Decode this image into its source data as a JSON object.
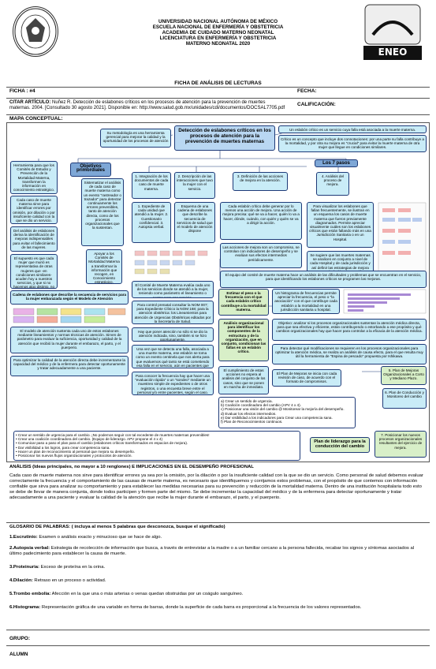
{
  "header": {
    "l1": "UNIVERSIDAD NACIONAL AUTÓNOMA DE MÉXICO",
    "l2": "ESCUELA NACIONAL DE ENFERMERÍA Y OBSTETRICIA",
    "l3": "ACADEMIA DE CUIDADO MATERNO NEONATAL",
    "l4": "LICENCIATURA EN ENFERMERÍA Y OBSTETRICIA",
    "l5": "MATERNO NEONATAL 2020",
    "logo_text": "ENEO"
  },
  "form": {
    "title": "FICHA DE ANÁLISIS DE LECTURAS",
    "ficha": "FICHA : #4",
    "fecha": "FECHA:",
    "calificacion": "CALIFICACIÓN:",
    "citar_label": "CITAR ARTÍCULO: ",
    "citar_text": "Nuñez R. Detección de eslabones críticos en los procesos de atención para la prevención de muertes maternas. 2004. [Consultado 30 agosto 2021]. Disponible en: http://www.salud.gob.mx/unidades/cdi/documentos/DOCSAL7705.pdf",
    "mapa_label": "MAPA CONCEPTUAL:"
  },
  "map": {
    "center_title": "Detección de eslabones críticos en los procesos de atención para la prevención de muertes maternas",
    "metodologia": "Su metodología es una herramienta gerencial para mejorar la calidad y la oportunidad de los procesos de atención",
    "def1": "Un eslabón crítico es un servicio cuya falla está asociada a la muerte materna.",
    "def2": "Crítico es un concepto que incluye dos connotaciones: por una parte su falla contribuye a la mortalidad, y por otra su mejora es \"crucial\" para evitar la muerte materna de otra mujer que llegue en condiciones similares.",
    "objetivos": "Objetivos primordiales",
    "siete_pasos": "Los 7 pasos",
    "herramienta": "Herramienta para que los Comités de Estudio y Prevención de la Mortalidad Materna, transformen la información en conocimiento estratégico.",
    "cada_caso": "Cada caso de muerte materna sirve para identificar errores por omisión, por dilación o por insuficiente calidad con la que se dio un servicio.",
    "del_analisis": "Del análisis de eslabones deriva la identificación de mejoras indispensables para evitar el fallecimiento de las mujeres.",
    "supuesto": "El supuesto es que cada mujer que murió es representativa de otras mujeres que -en condiciones similares- acuden hoy a nuestros servicios, y que si no hacemos algo distinto, no vamos a prevenir otra muerte materna.",
    "sistematizar": "Sistematizar el análisis de cada caso de muerte materna como un evento \"rastreador o trazador\" para detectar continuamente los errores prevenibles, tanto de atención directa, como de los procesos organizacionales que la sustentan.",
    "apoyar": "Apoyar a los Comités de Mortalidad Materna a transformar la información que recogen, en Conocimiento estratégico.",
    "p1": "1. Integración de los documentos de cada caso de muerte materna.",
    "p2": "2. Descripción de las interacciones que tuvo la mujer con el servicio.",
    "p3": "3. Definición de las acciones de mejora en la atención.",
    "p4": "4. Análisis del proceso de mejora.",
    "p1a": "1. Expediente de cada unidad que atendió a la mujer. 2. Cuestionario confidencial. 3. Autopsia verbal.",
    "p2a": "Esquema de una cadena de eslabones que describe la secuencia de servicios de salud que el modelo de atención dispone",
    "p3a": "Cada eslabón crítico debe generar por lo menos una acción de mejora. Una acción de mejora precisa: qué se va a hacer, quién lo va a hacer, dónde, cuándo, con quién y quién se va a dirigir la acción.",
    "p3b": "Las acciones de mejora son un compromiso, se controlan con indicadores de desempeño y se evalúan sus efectos intermedios periódicamente.",
    "p4a": "Para visualizar los eslabones que fallan frecuentemente, se ilustran en un esquema los casos de muerte materna que fueron previamente diagramados. Permite apreciar visualmente cuáles son los eslabones críticos que están fallando más en una Jurisdicción Sanitaria o en un Hospital.",
    "p4b": "Se sugiere que las muertes maternas se analicen en conjunto a nivel de cada Hospital y de cada jurisdicción y así definir las estrategias de mejora para cada ámbito de atención.",
    "comite": "El Comité de Muerte Materna evalúa cada uno de los servicios donde se atendió a la mujer, teniendo como parámetro el lineamiento o norma para ese servicio.",
    "control": "Para control prenatal consultar la NOM 007; para Expediente Clínico la NOM 168; para la atención obstétrica: los Lineamientos para atención de Urgencias Obstétricas editados por la Secretaría de Salud.",
    "hay_que": "Hay que poner atención no sólo si se dio la atención indicada, sino, también si se hizo oportunamente.",
    "una_vez": "Una vez que se detecta una falla, asociada a una muerte materna, ese eslabón se toma como un evento centinela que nos alerta para que evaluemos qué tanto se está cometiendo esa falla en el servicio, aún en pacientes que no mueren.",
    "frecuencia": "Para conocer la frecuencia hay que hacer una \"evaluación rápida\" o un \"sondeo\" mediante un muestreo simple de expedientes o de otros registros, o una encuesta breve entre el personal y/o entre pacientes, según el caso.",
    "cadena_title": "Cadena de eslabones que describe la secuencia de servicios para la mujer embarazada según el Modelo de Atención",
    "modelo_identif": "El modelo de atención sustenta cada uno de estos eslabones mediante lineamientos y normas técnicas de atención. Sirven de parámetro para evaluar la suficiencia, oportunidad y calidad de la atención que recibió la mujer durante el embarazo, el parto, y el puerperio.",
    "optimizar": "Para optimizar la calidad de la atención directa debe incrementarse la capacidad del médico y de la enfermera para detectar oportunamente y tratar adecuadamente a una paciente.",
    "equipo": "El equipo del comité de muerte materna hace un análisis de las dificultades y problemas que se encuentran en el servicio, para que identificando los eslabones críticos se programen las mejoras.",
    "estimar": "Estimar el peso o la frecuencia con el que cada eslabón crítico contribuye a la mortalidad materna.",
    "histograma_txt": "Un histograma de frecuencias permite apreciar la frecuencia, el peso o \"la asociación\" con el que contribuye cada eslabón a la mortalidad en una jurisdicción sanitaria u hospital.",
    "analisis_org": "Análisis organizacional para identificar los componentes de la estructura y de la organización, que en conjunto, condicionan las fallas en un eslabón crítico.",
    "objetivo_org": "Objetivo: analizar si los procesos organizacionales sustentan la atención médica directa, para que sea efectiva y eficiente, están contribuyendo o estorbando a ese propósito y qué cambios organizacionales hay que hacer para controlar a la eficacia de la atención médica.",
    "para_detectar": "Para detectar qué modificaciones se requieren en los procesos organizacionales para optimizar la atención médica, se realiza un análisis de causa efecto, para el que resulta muy útil la herramienta de \"Espina de pescado\" propuesta por Ishikawa.",
    "cumplimiento": "El cumplimiento de estas acciones no espera al análisis del conjunto de los casos, sino que se ponen en marcha de inmediato.",
    "plan_mejora": "El Plan de Mejoras se inicia con cada revisión de caso, de acuerdo con el formato de compromisos.",
    "p5": "5. Plan de Mejoras Organizacionales a Corto y Mediano Plazo.",
    "lista": [
      "a) Crear un sentido de urgencia.",
      "b) Coalición coordinadora del cambio (APV 4 x 4).",
      "c) Posicionar una visión del cambio @ Monitorear la mejoría del desempeño.",
      "d) Evaluar los efectos intermedios.",
      "e) Dar visibilidad a los indicadores para Crear una competencia sana.",
      "f) Plan de Reconocimientos continuos."
    ],
    "p6": "6. Plan de Conducción y Monitoreo del cambio",
    "bullets": [
      "• Crear un sentido de urgencia para el cambio. ¡No podemos seguir con tal excedente de muertes maternas prevenibles!",
      "• Crear una coalición coordinadora del cambio. (Equipo de liderazgo. APV propone el 4 x 4)",
      "• Comunicar paso a paso el plan para el cambio (eslabones críticos transformados en espacios de mejora).",
      "• Dar visibilidad a los logros, para crear competencia sana.",
      "• Hacer un plan de reconocimiento al personal que mejora su desempeño.",
      "• Posicionar los nuevos flujos organizacionales y protocolos de atención."
    ],
    "plan_liderazgo": "Plan de liderazgo para la conducción del cambio",
    "p7": "7. Posicionar los nuevos procesos organizacionales resultantes del ejercicio de mejora."
  },
  "analisis": {
    "title": "ANÁLISIS (Ideas principales, no mayor a 10 renglones) E IMPLICACIONES EN EL DESEMPEÑO PROFESIONAL",
    "text": "Cada caso de muerte materna nos sirve para identificar errores ya sea por la omisión, por la dilación o por la insuficiente calidad con la que se dio un servicio. Como personal de salud debemos evaluar correctamente la frecuencia y el comportamiento de las causas de muerte materna, es necesario que identifiquemos y corrijamos estos problemas, con el propósito de que contemos con información confiable que sirva para analizar su comportamiento y para establecer las medidas necesarias para su prevención y reducción de la mortalidad materna. Dentro de una institución hospitalaria todo esto se debe de llevar de manera conjunta, donde todos participen y formen parte del mismo. Se debe incrementar la capacidad del médico y de la enfermera para detectar oportunamente y tratar adecuadamente a una paciente y evaluar la calidad de la atención que recibe la mujer durante el embarazo, el parto, y el puerperio."
  },
  "glosario": {
    "title": "GLOSARIO DE PALABRAS: ( incluya al menos 5 palabras que desconozca, busque el significado)",
    "items": [
      {
        "term": "1.Escrutinio:",
        "def": " Examen o análisis exacto y minucioso que se hace de algo."
      },
      {
        "term": "2.Autopsia verbal:",
        "def": " Estrategia de recolección de información que busca, a través de entrevistar a la madre o a un familiar cercano a la persona fallecida, recabar los signos y síntomas asociados al último padecimiento para establecer la causa de muerte."
      },
      {
        "term": "3.Proteinuria:",
        "def": " Exceso de proteína en la orina."
      },
      {
        "term": "4.Dilación:",
        "def": " Retraso en un proceso o actividad."
      },
      {
        "term": "5.Trombo embolia:",
        "def": " Afección en la que una o más arterias o venas quedan obstruidas por un coágulo sanguíneo."
      },
      {
        "term": "6.Histograma:",
        "def": " Representación gráfica de una variable en forma de barras, donde la superficie de cada barra es proporcional a la frecuencia de los valores representados."
      }
    ],
    "grupo": "GRUPO:",
    "alumno": "ALUMN"
  },
  "colors": {
    "border": "#1e3a78",
    "cyan": "#c9ecf7",
    "green": "#d8efc8",
    "blue": "#b9d7f2"
  }
}
